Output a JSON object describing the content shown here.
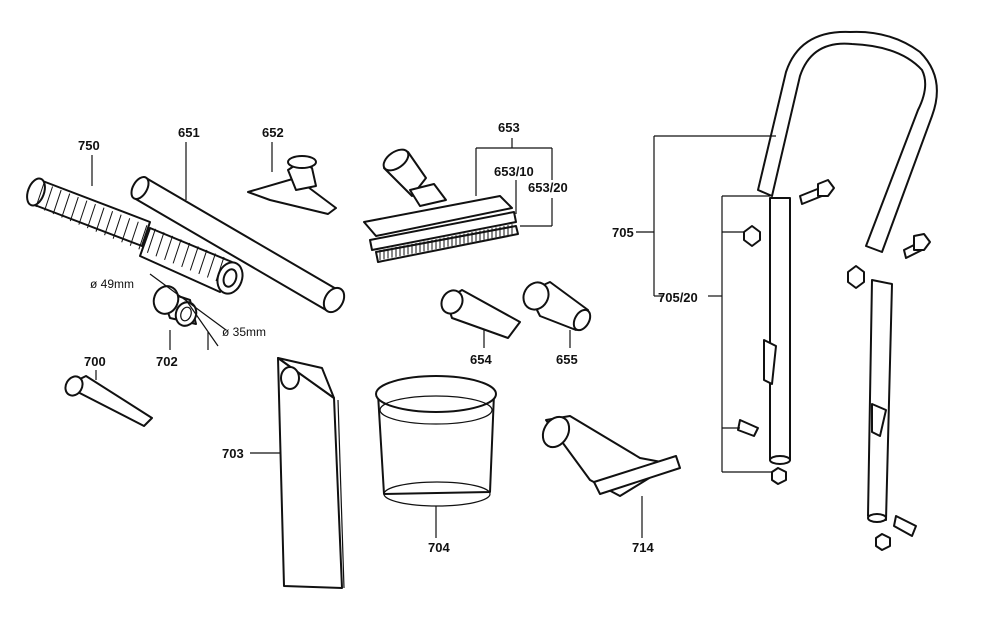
{
  "labels": {
    "p750": "750",
    "p651": "651",
    "p652": "652",
    "p653": "653",
    "p653_10": "653/10",
    "p653_20": "653/20",
    "p705": "705",
    "p705_20": "705/20",
    "p654": "654",
    "p655": "655",
    "p700": "700",
    "p702": "702",
    "p703": "703",
    "p704": "704",
    "p714": "714"
  },
  "dimensions": {
    "d49": "ø 49mm",
    "d35": "ø 35mm"
  },
  "colors": {
    "ink": "#111111",
    "paper": "#ffffff"
  }
}
